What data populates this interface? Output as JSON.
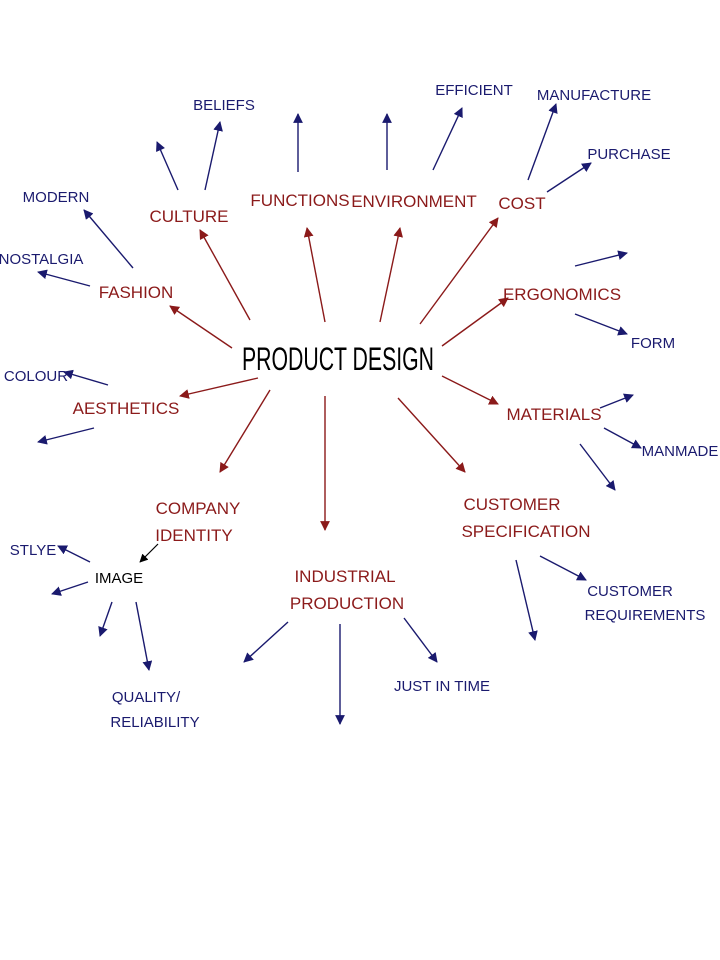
{
  "colors": {
    "primary": "#8b1a1a",
    "secondary": "#1a1a6e",
    "center": "#000000",
    "image_node": "#000000"
  },
  "center": {
    "label": "PRODUCT DESIGN"
  },
  "primary": {
    "culture": "CULTURE",
    "functions": "FUNCTIONS",
    "environment": "ENVIRONMENT",
    "cost": "COST",
    "fashion": "FASHION",
    "ergonomics": "ERGONOMICS",
    "aesthetics": "AESTHETICS",
    "materials": "MATERIALS",
    "company_identity": [
      "COMPANY",
      "IDENTITY"
    ],
    "industrial_production": [
      "INDUSTRIAL",
      "PRODUCTION"
    ],
    "customer_specification": [
      "CUSTOMER",
      "SPECIFICATION"
    ]
  },
  "secondary": {
    "beliefs": "BELIEFS",
    "efficient": "EFFICIENT",
    "manufacture": "MANUFACTURE",
    "purchase": "PURCHASE",
    "modern": "MODERN",
    "nostalgia": "NOSTALGIA",
    "form": "FORM",
    "colour": "COLOUR",
    "manmade": "MANMADE",
    "image": "IMAGE",
    "stlye": "STLYE",
    "quality_reliability": [
      "QUALITY/",
      "RELIABILITY"
    ],
    "just_in_time": "JUST IN TIME",
    "customer_requirements": [
      "CUSTOMER",
      "REQUIREMENTS"
    ]
  }
}
